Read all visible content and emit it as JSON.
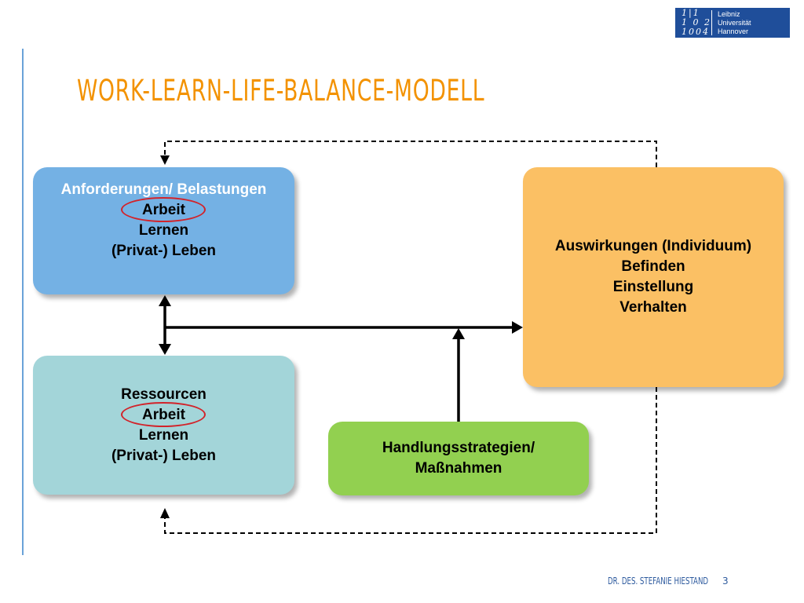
{
  "slide": {
    "title": "WORK-LEARN-LIFE-BALANCE-MODELL",
    "accent_color": "#f39200",
    "rule_color": "#6aa2d8"
  },
  "logo": {
    "mark": [
      "1|1",
      "1 0 2",
      "1004"
    ],
    "lines": [
      "Leibniz",
      "Universität",
      "Hannover"
    ],
    "color": "#1f4e9a"
  },
  "boxes": {
    "anforderungen": {
      "heading": "Anforderungen/ Belastungen",
      "items": [
        "Arbeit",
        "Lernen",
        "(Privat-) Leben"
      ],
      "color": "#74b1e4"
    },
    "ressourcen": {
      "heading": "Ressourcen",
      "items": [
        "Arbeit",
        "Lernen",
        "(Privat-) Leben"
      ],
      "color": "#a3d5d9"
    },
    "auswirkungen": {
      "heading": "Auswirkungen (Individuum)",
      "items": [
        "Befinden",
        "Einstellung",
        "Verhalten"
      ],
      "color": "#fbc064"
    },
    "handlung": {
      "lines": [
        "Handlungsstrategien/",
        "Maßnahmen"
      ],
      "color": "#92d050"
    }
  },
  "highlight_color": "#d2232a",
  "footer": {
    "author": "DR. DES. STEFANIE HIESTAND",
    "page_number": "3"
  }
}
